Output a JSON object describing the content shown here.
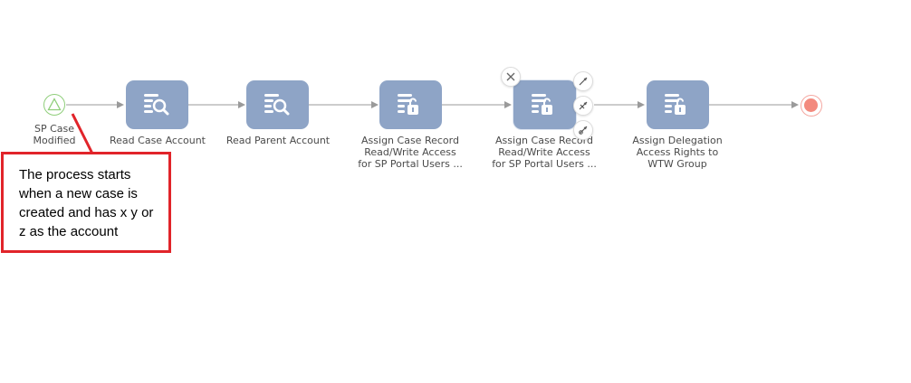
{
  "start_event": {
    "label_line1": "SP Case",
    "label_line2": "Modified"
  },
  "tasks": [
    {
      "lines": [
        "Read Case Account"
      ],
      "icon": "read-data-icon"
    },
    {
      "lines": [
        "Read Parent Account"
      ],
      "icon": "read-data-icon"
    },
    {
      "lines": [
        "Assign Case Record",
        "Read/Write Access",
        "for SP Portal Users ..."
      ],
      "icon": "access-rights-icon"
    },
    {
      "lines": [
        "Assign Case Record",
        "Read/Write Access",
        "for SP Portal Users ..."
      ],
      "icon": "access-rights-icon"
    },
    {
      "lines": [
        "Assign Delegation",
        "Access Rights to",
        "WTW Group"
      ],
      "icon": "access-rights-icon"
    }
  ],
  "selection_tools": [
    "close-icon",
    "connector-arrow-icon",
    "conditional-flow-icon",
    "default-flow-icon"
  ],
  "annotation": {
    "lines": [
      "The process starts",
      "when a new case is",
      "created and has x y or",
      "z as the account"
    ]
  },
  "colors": {
    "task_fill": "#8ea4c6",
    "start_event": "#8fce7a",
    "end_event": "#f38a7e",
    "annotation_border": "#e1242a",
    "connector": "#9a9a9a"
  }
}
